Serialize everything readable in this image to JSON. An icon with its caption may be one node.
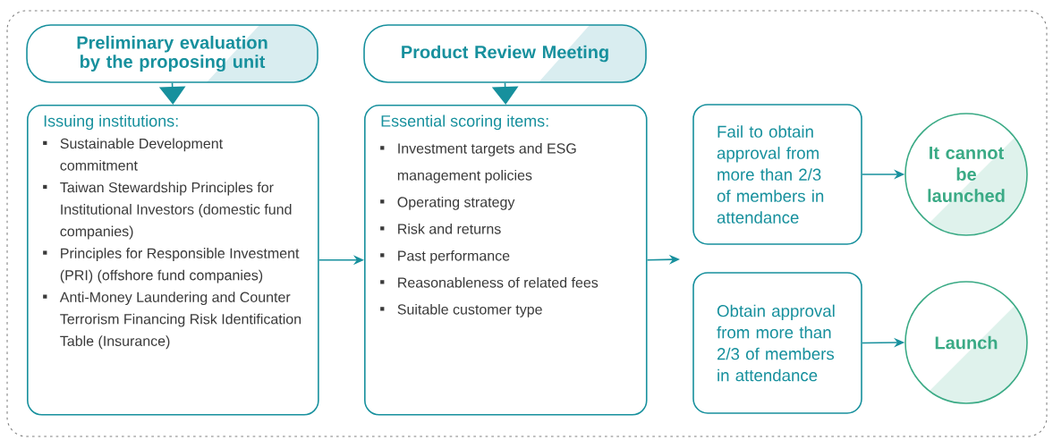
{
  "diagram": {
    "nodes": [
      {
        "text": [
          "Preliminary evaluation by the proposing unit"
        ]
      },
      {
        "text": [
          "Issuing institutions:",
          "Sustainable Development commitment",
          "Taiwan Stewardship Principles for Institutional Investors (domestic fund companies)",
          "Principles for Responsible Investment (PRI) (offshore fund companies)",
          "Anti-Money Laundering and Counter Terrorism Financing Risk Identification Table (Insurance)"
        ]
      },
      {
        "text": [
          "Product Review Meeting"
        ]
      },
      {
        "text": [
          "Essential scoring items:",
          "Investment targets and ESG management policies",
          "Operating strategy",
          "Risk and returns",
          "Past performance",
          "Reasonableness of related fees",
          "Suitable customer type"
        ]
      },
      {
        "text": [
          "Fail to obtain approval from more than 2/3 of members in attendance"
        ]
      },
      {
        "text": [
          "Obtain approval from more than 2/3 of members in attendance"
        ]
      },
      {
        "text": [
          "It cannot be launched"
        ]
      },
      {
        "text": [
          "Launch"
        ]
      }
    ],
    "edges": [
      {
        "from": 0,
        "to": 1,
        "arrow": "to"
      },
      {
        "from": 2,
        "to": 3,
        "arrow": "to"
      },
      {
        "from": 1,
        "to": 3,
        "arrow": "to"
      },
      {
        "from": 3,
        "to": null,
        "arrow": "to"
      },
      {
        "from": 4,
        "to": 6,
        "arrow": "to"
      },
      {
        "from": 5,
        "to": 7,
        "arrow": "to"
      }
    ]
  }
}
